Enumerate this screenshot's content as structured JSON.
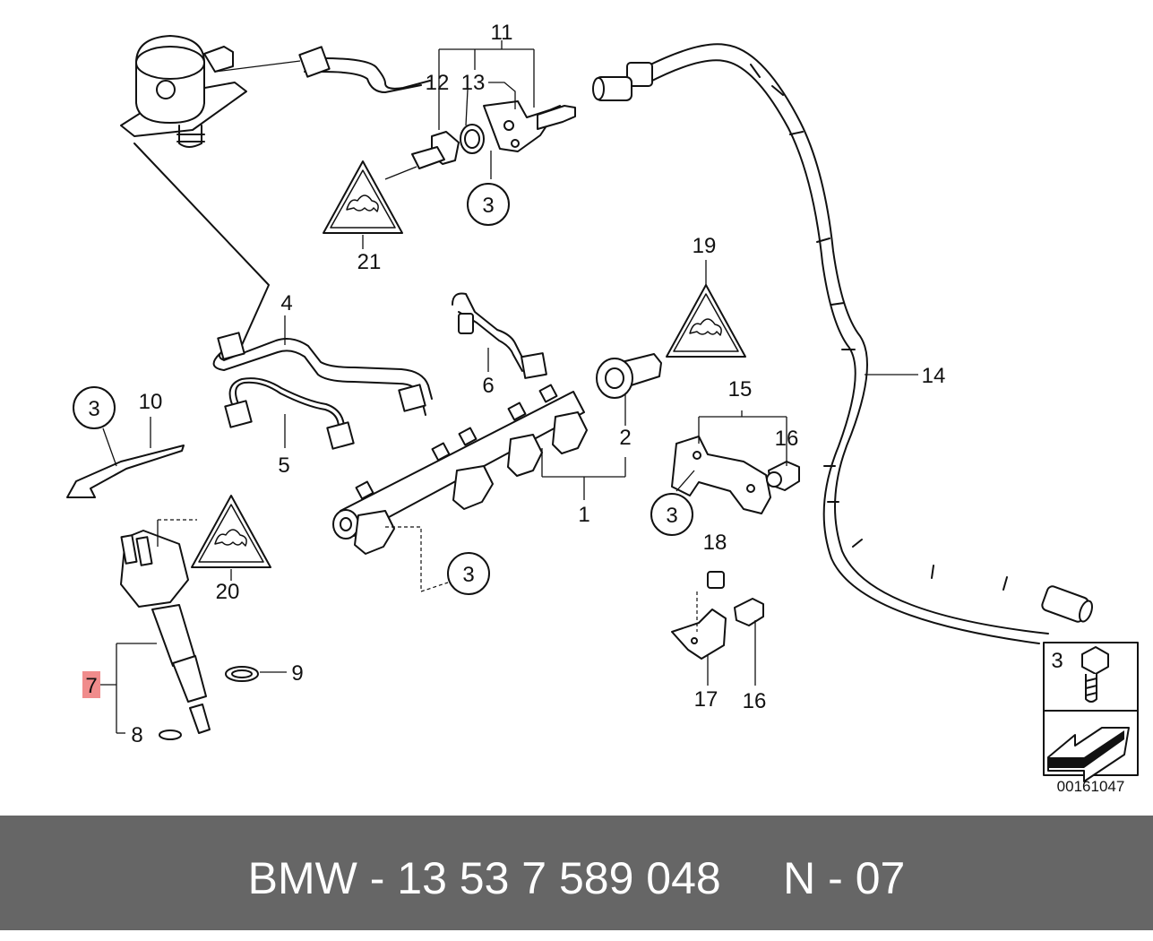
{
  "diagram": {
    "number": "00161047",
    "highlight_color": "#f08c8c",
    "callouts": {
      "c1": "1",
      "c2": "2",
      "c3_a": "3",
      "c3_b": "3",
      "c3_c": "3",
      "c3_d": "3",
      "c3_legend": "3",
      "c4": "4",
      "c5": "5",
      "c6": "6",
      "c7": "7",
      "c8": "8",
      "c9": "9",
      "c10": "10",
      "c11": "11",
      "c12": "12",
      "c13": "13",
      "c14": "14",
      "c15": "15",
      "c16_a": "16",
      "c16_b": "16",
      "c17": "17",
      "c18": "18",
      "c19": "19",
      "c20": "20",
      "c21": "21"
    }
  },
  "footer": {
    "text": "BMW - 13 53 7 589 048     N - 07",
    "background": "#666666"
  }
}
